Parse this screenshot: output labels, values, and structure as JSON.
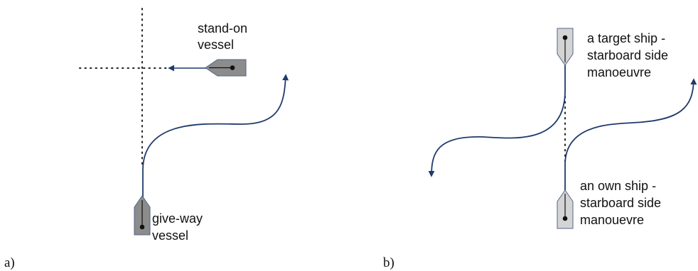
{
  "colors": {
    "track": "#1f3a6b",
    "hull_dark": "#8c8c8c",
    "hull_light": "#d4d4d4",
    "hull_stroke": "#4f6687",
    "dots": "#222222",
    "text": "#111111"
  },
  "panel_a": {
    "label": "a)",
    "stand_on": [
      "stand-on",
      "vessel"
    ],
    "give_way": [
      "give-way",
      "vessel"
    ]
  },
  "panel_b": {
    "label": "b)",
    "target": [
      "a target ship -",
      "starboard side",
      "manoeuvre"
    ],
    "own": [
      "an own ship -",
      "starboard side",
      "manouevre"
    ]
  }
}
